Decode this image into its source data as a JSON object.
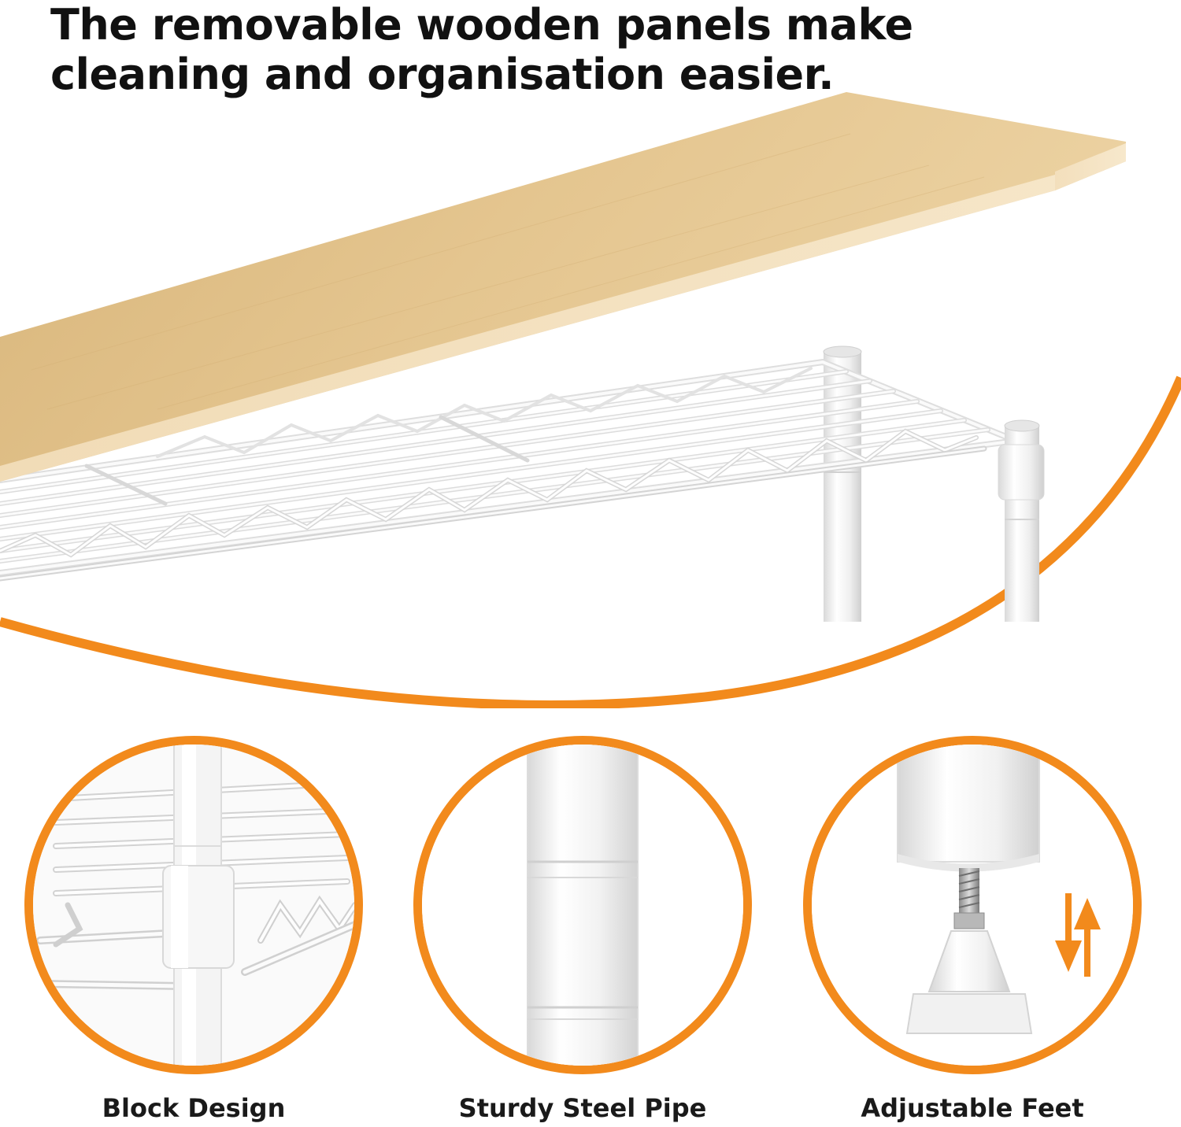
{
  "headline": {
    "line1": "The removable wooden panels make",
    "line2": "cleaning and organisation easier."
  },
  "hero": {
    "image": "wooden-panel-above-wire-shelf",
    "panel_color": "#e2c28c",
    "wire_color": "#f4f4f4",
    "arc_color": "#f28a1c"
  },
  "details": [
    {
      "image": "block-design-joint",
      "caption": "Block Design"
    },
    {
      "image": "sturdy-steel-pipe",
      "caption": "Sturdy Steel Pipe"
    },
    {
      "image": "adjustable-feet",
      "caption": "Adjustable Feet",
      "icon": "up-down-arrows-icon"
    }
  ],
  "accent_color": "#f28a1c"
}
